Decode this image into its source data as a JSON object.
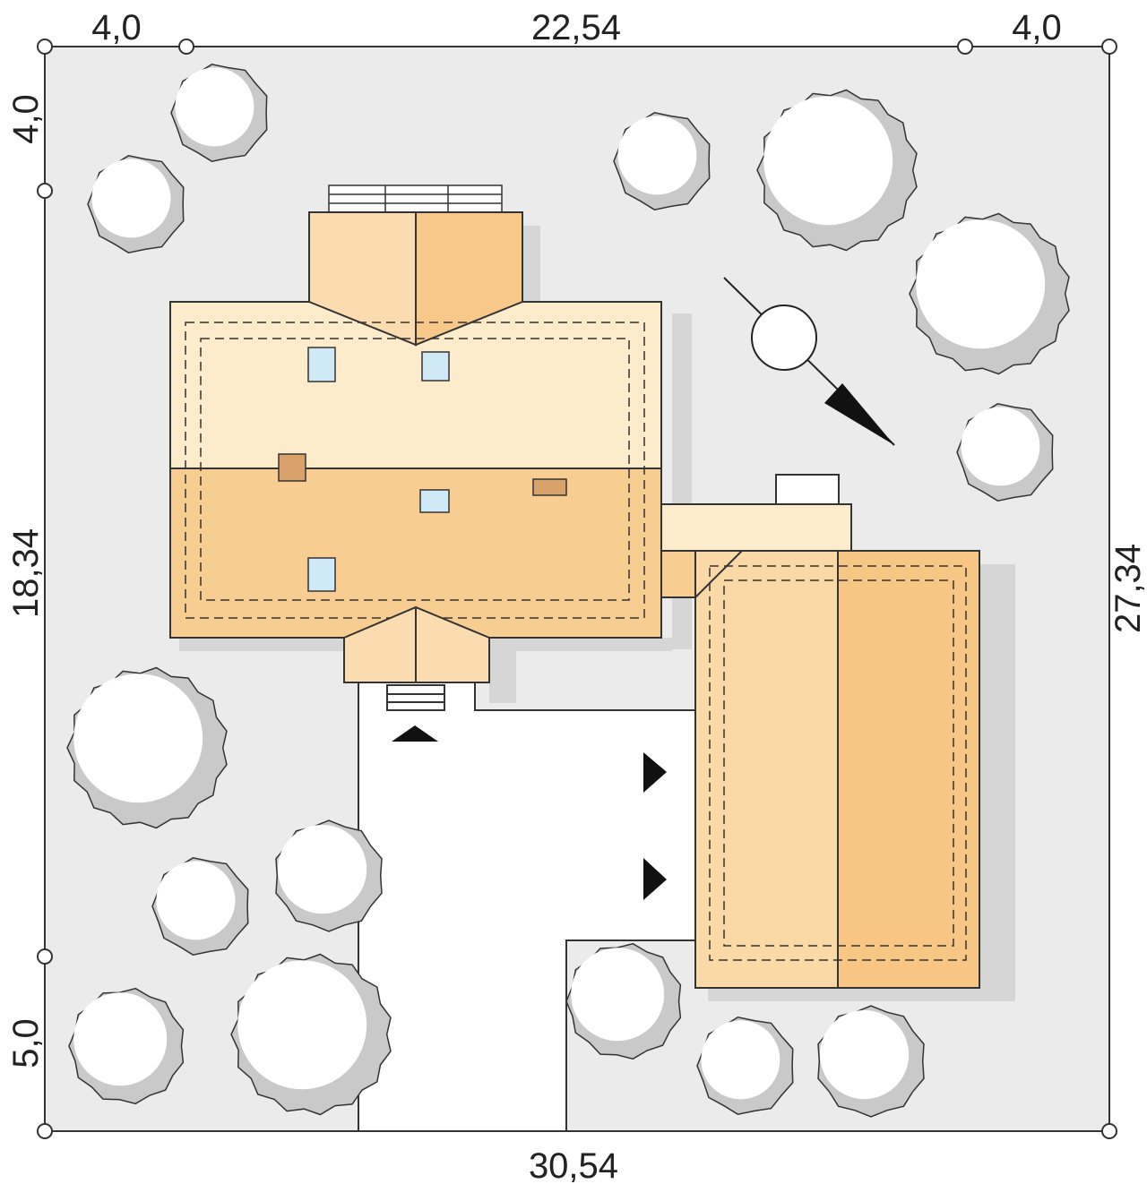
{
  "dimensions": {
    "top_left_setback": "4,0",
    "top_house_width": "22,54",
    "top_right_setback": "4,0",
    "left_top_setback": "4,0",
    "left_house_depth": "18,34",
    "left_bottom_setback": "5,0",
    "right_total_depth": "27,34",
    "bottom_total_width": "30,54"
  },
  "colors": {
    "site": "#ebebeb",
    "roof_light": "#fdeccb",
    "roof_dark": "#f8cd92",
    "paving": "#ffffff",
    "skylight": "#cfe9f7"
  }
}
